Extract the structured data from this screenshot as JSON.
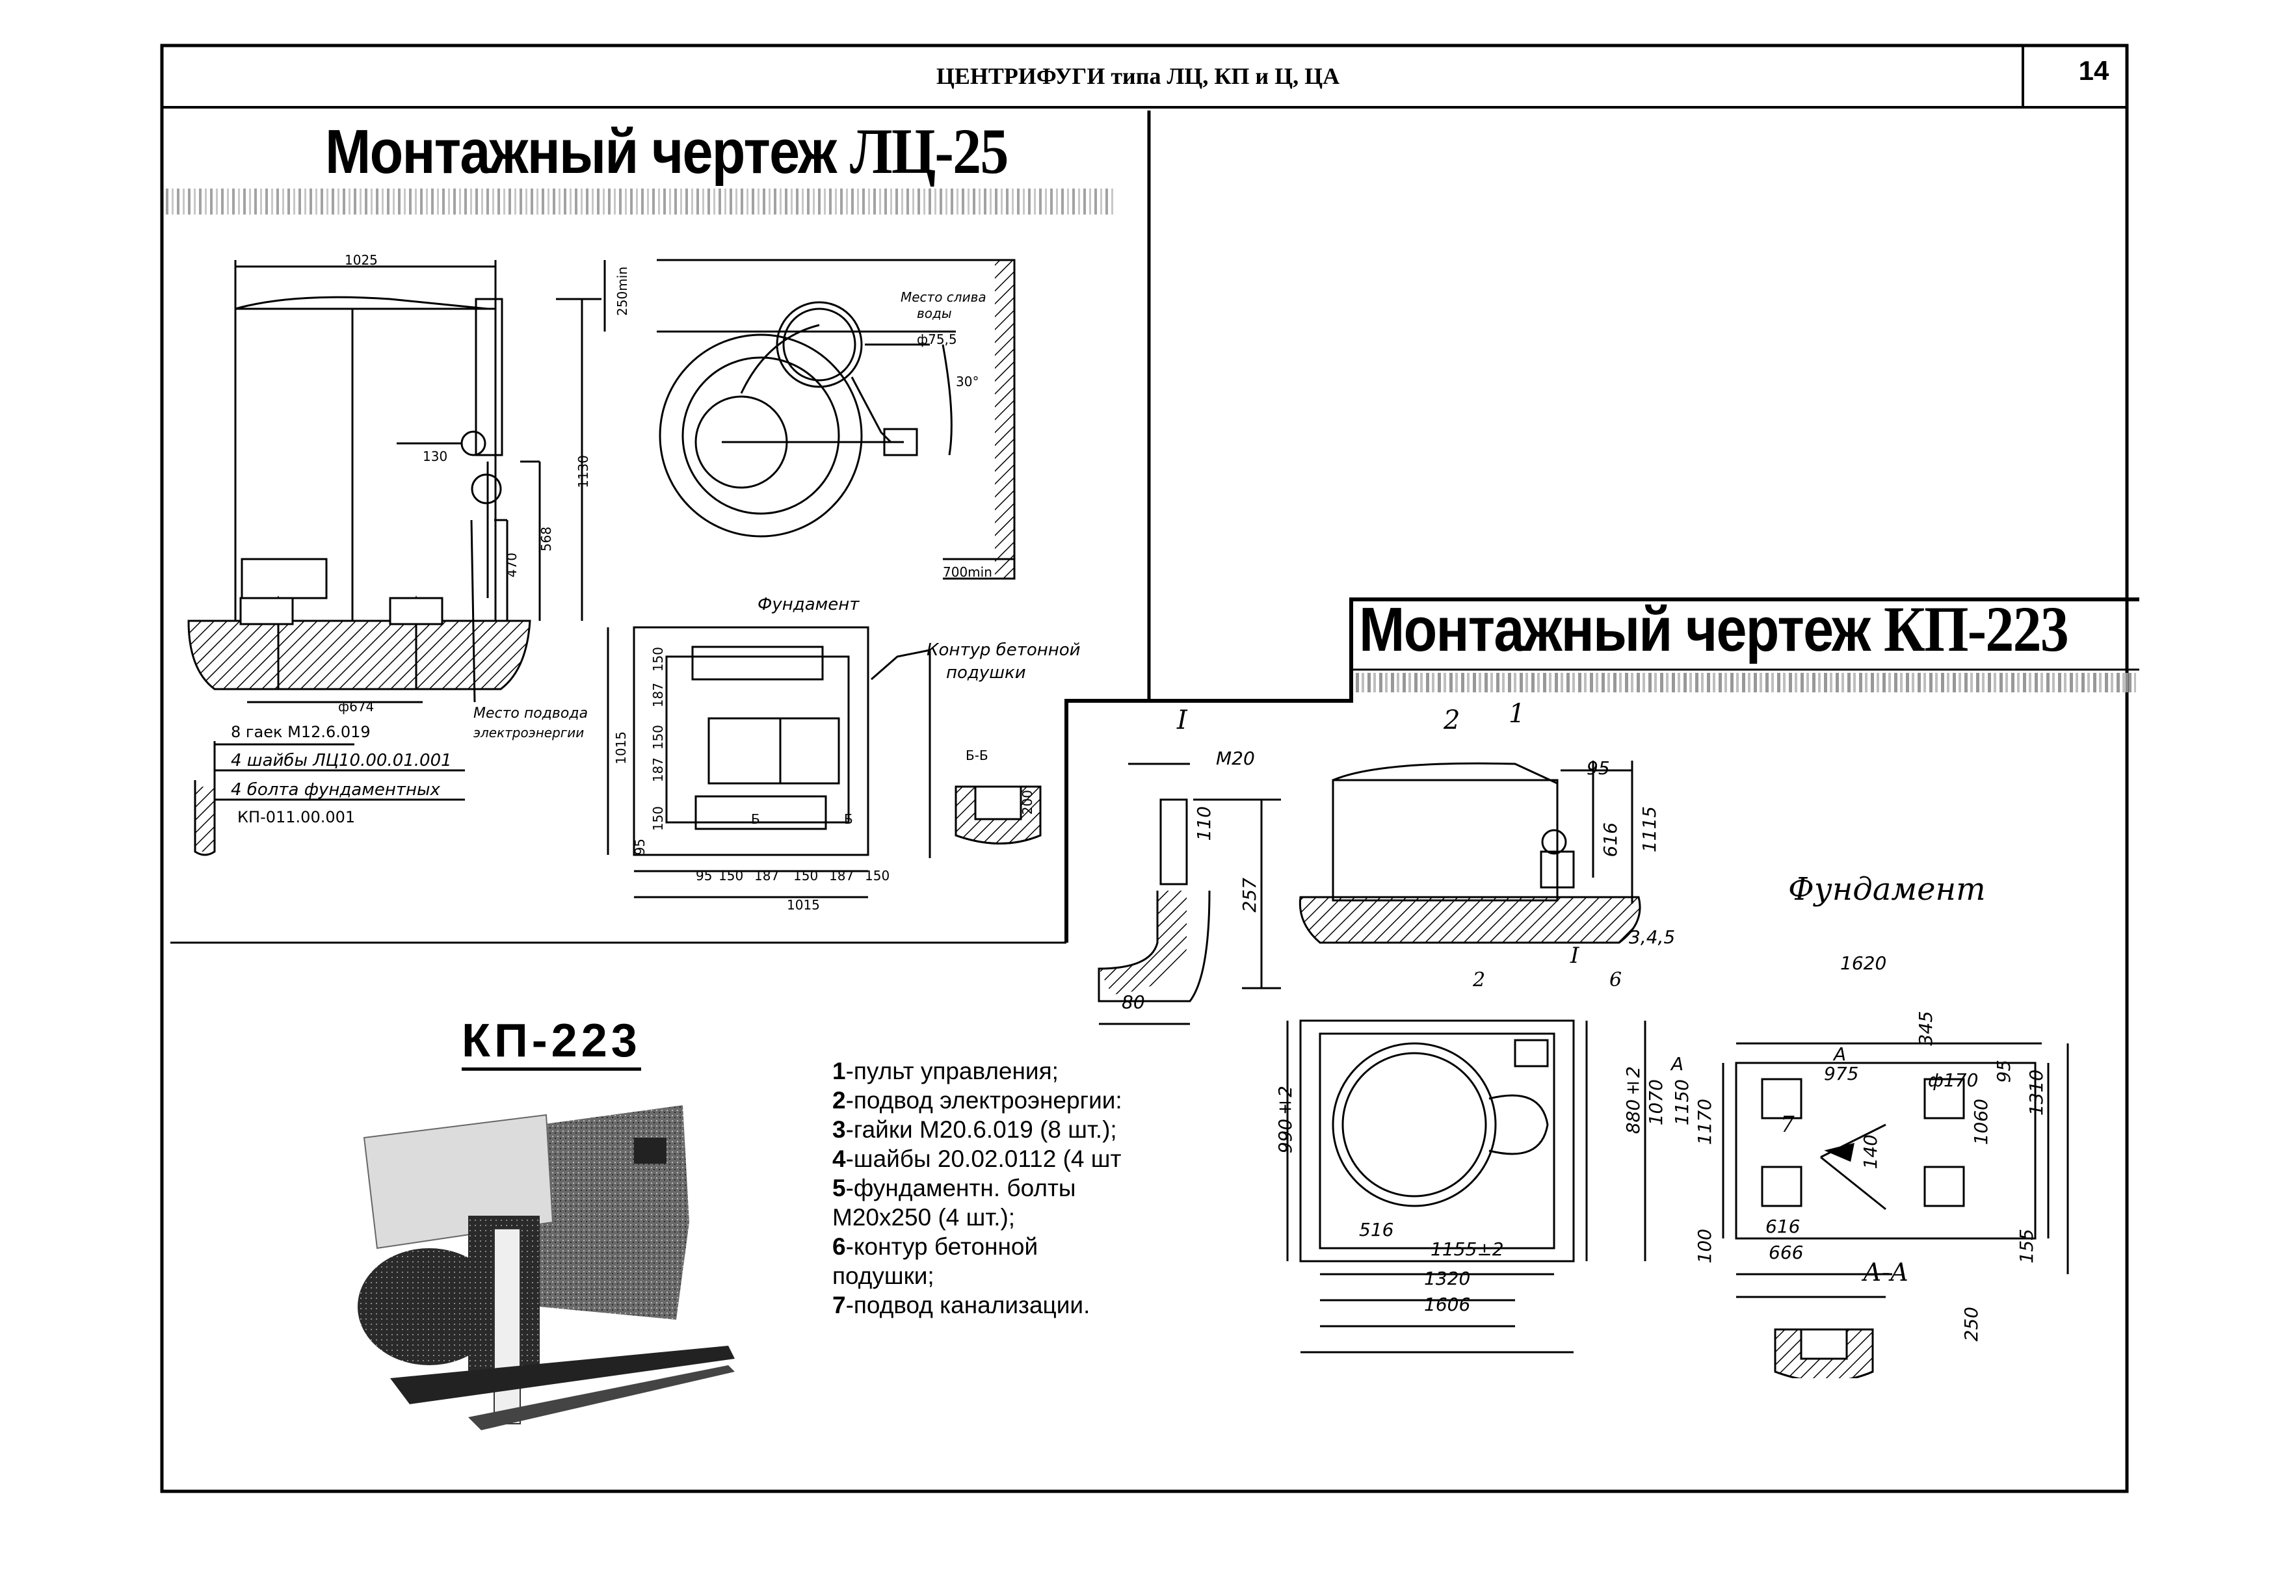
{
  "header": {
    "title": "ЦЕНТРИФУГИ типа ЛЦ, КП и Ц, ЦА",
    "page_number": "14"
  },
  "lc25": {
    "title_prefix": "Монтажный чертеж",
    "title_model": "ЛЦ-25",
    "dims": {
      "width_top": "1025",
      "d130": "130",
      "d1130": "1130",
      "d568": "568",
      "d470": "470",
      "d674": "ф674",
      "d250min": "250min",
      "d700min": "700min",
      "d755": "ф75,5",
      "d30": "30°"
    },
    "labels": {
      "drain": [
        "Место слива",
        "воды"
      ],
      "power": [
        "Место подвода",
        "электроэнергии"
      ]
    },
    "callouts": [
      "8 гаек М12.6.019",
      "4 шайбы ЛЦ10.00.01.001",
      "4 болта фундаментных",
      "КП-011.00.001"
    ],
    "foundation": {
      "title": "Фундамент",
      "contour": [
        "Контур бетонной",
        "подушки"
      ],
      "section": "Б-Б",
      "section_dim": "200",
      "mark_b": "Б",
      "left_dims": [
        "95",
        "150",
        "187",
        "150",
        "187",
        "150"
      ],
      "total_left": "1015",
      "bottom_dims": [
        "95",
        "150",
        "187",
        "150",
        "187",
        "150"
      ],
      "total_bottom": "1015"
    }
  },
  "kp223": {
    "title_prefix": "Монтажный чертеж",
    "title_model": "КП-223",
    "photo_title": "КП-223",
    "detail": {
      "mark": "I",
      "m20": "М20",
      "d110": "110",
      "d257": "257",
      "d80": "80"
    },
    "side": {
      "marks": [
        "2",
        "1",
        "3,4,5",
        "I"
      ],
      "d95": "95",
      "d616": "616",
      "d1115": "1115"
    },
    "plan": {
      "marks": [
        "2",
        "6"
      ],
      "d990": "990±2",
      "d880": "880±2",
      "d1070": "1070",
      "d1150": "1150",
      "d516": "516",
      "d1155": "1155±2",
      "d1320": "1320",
      "d1606": "1606",
      "markA": "А"
    },
    "foundation": {
      "title": "Фундамент",
      "d1620": "1620",
      "d345": "345",
      "d975": "975",
      "d170": "ф170",
      "d95": "95",
      "d1170": "1170",
      "d1060": "1060",
      "d1310": "1310",
      "d140": "140",
      "d7": "7",
      "d616": "616",
      "d666": "666",
      "d100": "100",
      "d155": "155",
      "section": "А-А",
      "d250": "250",
      "markA": "А"
    },
    "legend": [
      {
        "num": "1",
        "text": "-пульт управления;"
      },
      {
        "num": "2",
        "text": "-подвод электроэнергии:"
      },
      {
        "num": "3",
        "text": "-гайки М20.6.019 (8 шт.);"
      },
      {
        "num": "4",
        "text": "-шайбы 20.02.0112 (4 шт"
      },
      {
        "num": "5",
        "text": "-фундаментн. болты"
      },
      {
        "num": "",
        "text": "М20х250 (4 шт.);"
      },
      {
        "num": "6",
        "text": "-контур бетонной"
      },
      {
        "num": "",
        "text": "подушки;"
      },
      {
        "num": "7",
        "text": "-подвод канализации."
      }
    ]
  }
}
